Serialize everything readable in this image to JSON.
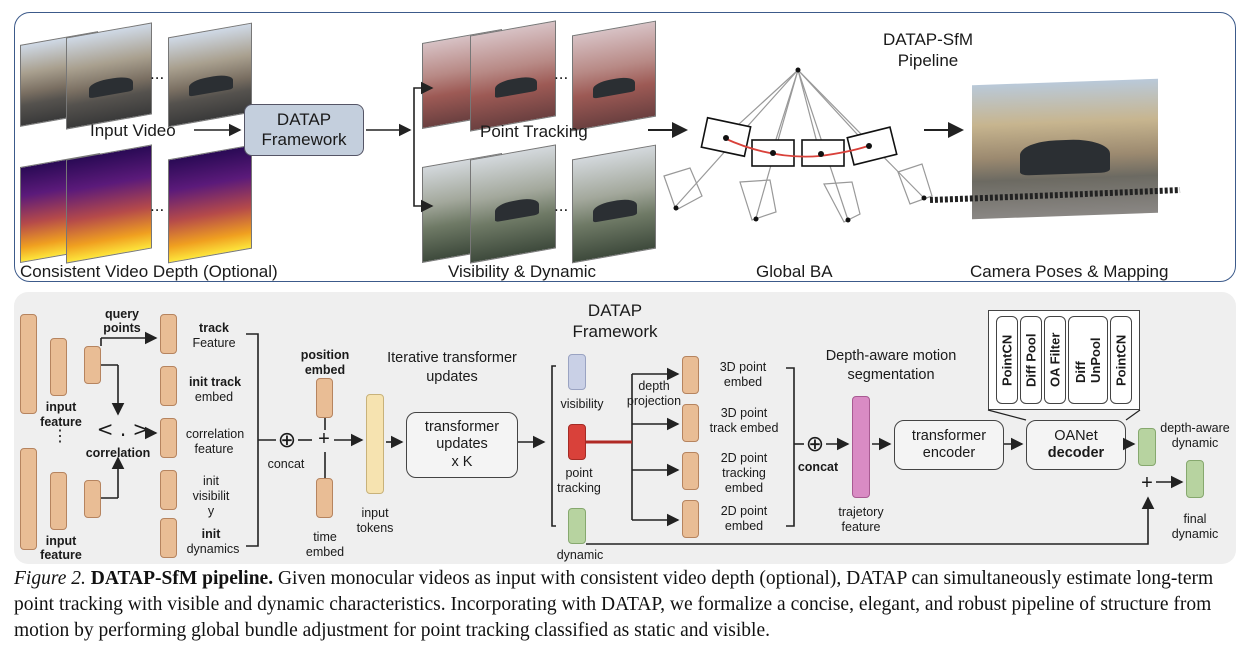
{
  "top": {
    "title": "DATAP-SfM\nPipeline",
    "title_line1": "DATAP-SfM",
    "title_line2": "Pipeline",
    "input_video": "Input Video",
    "datap_box_line1": "DATAP",
    "datap_box_line2": "Framework",
    "consistent_depth": "Consistent Video Depth (Optional)",
    "point_tracking": "Point Tracking",
    "visibility_dynamic": "Visibility & Dynamic",
    "global_ba": "Global BA",
    "camera_poses": "Camera Poses & Mapping",
    "ellipsis": "..."
  },
  "bottom": {
    "query_points": "query\npoints",
    "query_l1": "query",
    "query_l2": "points",
    "input_feature": "input\nfeature",
    "if1_l1": "input",
    "if1_l2": "feature",
    "vdots": "⋮",
    "corr_symbol": "<  .  >",
    "correlation": "correlation",
    "if2_l1": "input",
    "if2_l2": "feature",
    "track_feature_l1": "track",
    "track_feature_l2": "Feature",
    "init_track_l1": "init track",
    "init_track_l2": "embed",
    "corr_feat_l1": "correlation",
    "corr_feat_l2": "feature",
    "init_vis_l1": "init",
    "init_vis_l2": "visibilit",
    "init_vis_l3": "y",
    "init_dyn_l1": "init",
    "init_dyn_l2": "dynamics",
    "concat": "concat",
    "plus": "+",
    "oplus": "⊕",
    "position_embed_l1": "position",
    "position_embed_l2": "embed",
    "time_embed_l1": "time",
    "time_embed_l2": "embed",
    "iter_l1": "Iterative transformer",
    "iter_l2": "updates",
    "input_tokens_l1": "input",
    "input_tokens_l2": "tokens",
    "tf_updates_l1": "transformer",
    "tf_updates_l2": "updates",
    "tf_updates_l3": "x K",
    "datap_l1": "DATAP",
    "datap_l2": "Framework",
    "visibility": "visibility",
    "point_tracking_l1": "point",
    "point_tracking_l2": "tracking",
    "dynamic": "dynamic",
    "depth_proj_l1": "depth",
    "depth_proj_l2": "projection",
    "e3d_l1": "3D point",
    "e3d_l2": "embed",
    "e3dt_l1": "3D point",
    "e3dt_l2": "track embed",
    "e2dt_l1": "2D point",
    "e2dt_l2": "tracking",
    "e2dt_l3": "embed",
    "e2d_l1": "2D point",
    "e2d_l2": "embed",
    "concat2": "concat",
    "dams_l1": "Depth-aware motion",
    "dams_l2": "segmentation",
    "traj_l1": "trajetory",
    "traj_l2": "feature",
    "tenc_l1": "transformer",
    "tenc_l2": "encoder",
    "oanet_l1": "OANet",
    "oanet_l2": "decoder",
    "decoder_parts": [
      "PointCN",
      "Diff Pool",
      "OA Filter",
      "Diff\nUnPool",
      "PointCN"
    ],
    "dp1": "PointCN",
    "dp2": "Diff Pool",
    "dp3": "OA Filter",
    "dp4": "Diff\nUnPool",
    "dp5": "PointCN",
    "dad_l1": "depth-aware",
    "dad_l2": "dynamic",
    "final_l1": "final",
    "final_l2": "dynamic"
  },
  "caption": {
    "figure": "Figure 2.",
    "bold": "DATAP-SfM pipeline.",
    "text": "Given monocular videos as input with consistent video depth (optional), DATAP can simultaneously estimate long-term point tracking with visible and dynamic characteristics. Incorporating with DATAP, we formalize a concise, elegant, and robust pipeline of structure from motion by performing global bundle adjustment for point tracking classified as static and visible."
  },
  "colors": {
    "panel_border": "#3c5a8a",
    "feature": "#e9bd95",
    "visibility": "#c9d0e6",
    "point_tracking": "#d9413a",
    "dynamic": "#b7d3a0",
    "input_tokens": "#f6e3b0",
    "trajectory": "#d98bc4",
    "datap_box": "#c4cfdd"
  }
}
